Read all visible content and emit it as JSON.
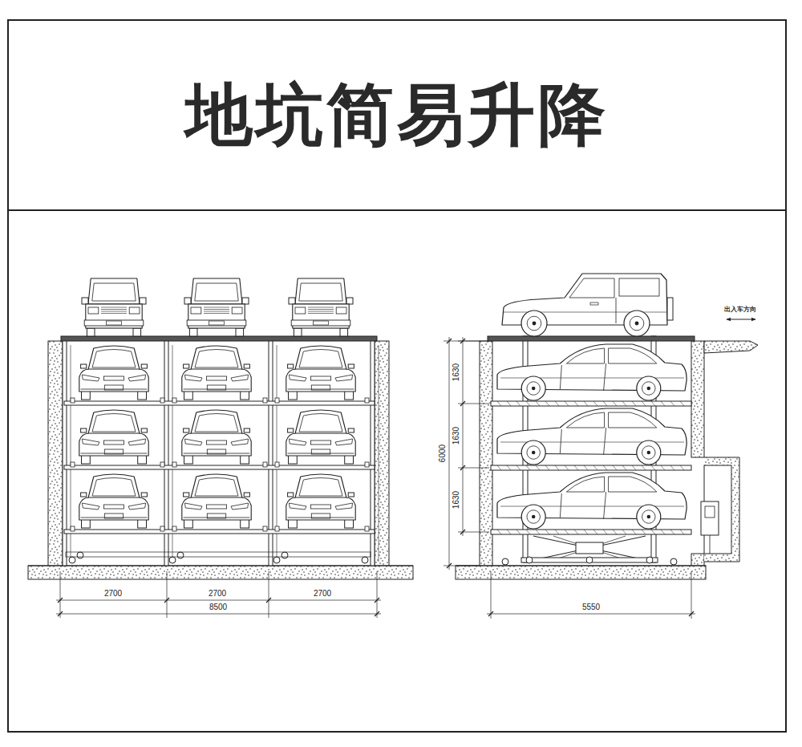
{
  "diagram": {
    "title": "地坑简易升降",
    "labels": [
      "2700",
      "2700",
      "2700",
      "8500",
      "1630",
      "1630",
      "1630",
      "6000",
      "5550",
      "出入车方向"
    ]
  }
}
